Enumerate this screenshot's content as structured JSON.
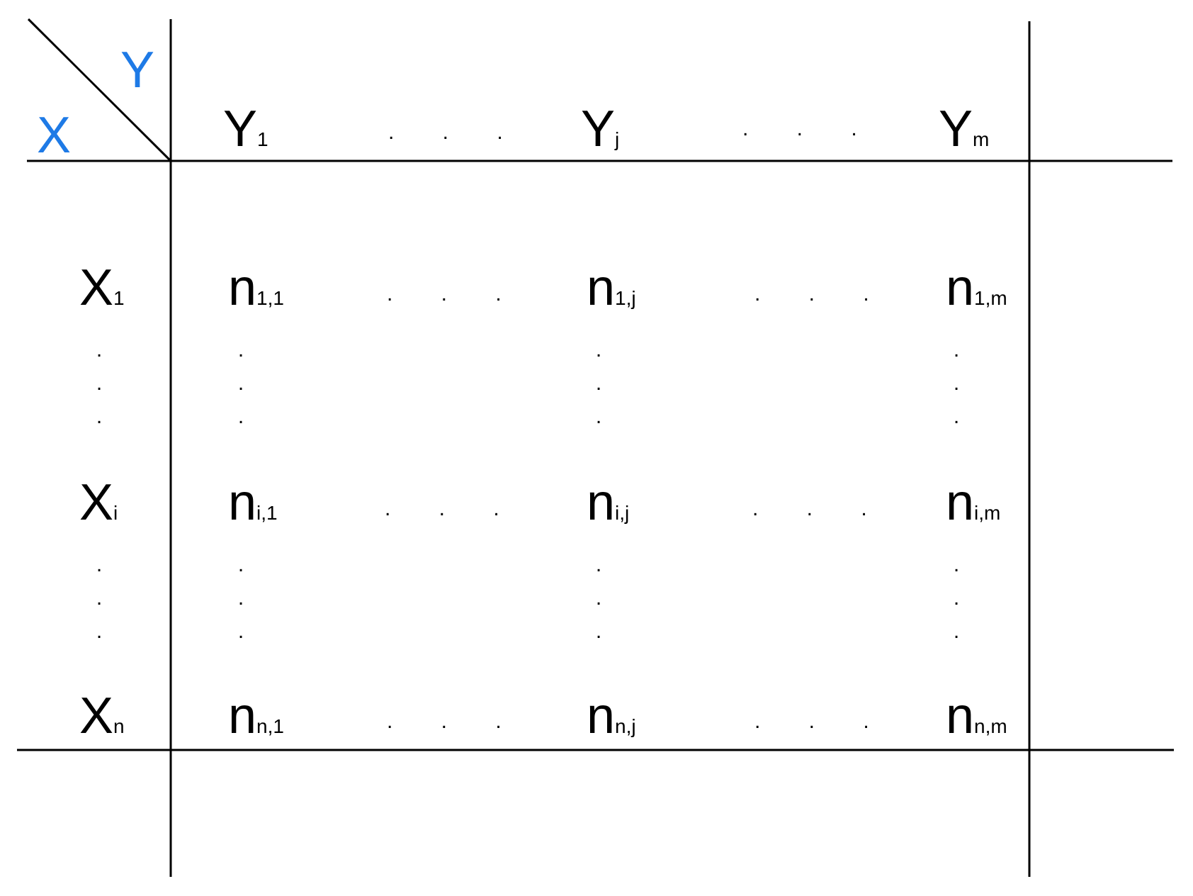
{
  "colors": {
    "line": "#000000",
    "axis_label": "#1e7ae6",
    "text": "#000000"
  },
  "corner": {
    "x_label": "X",
    "y_label": "Y"
  },
  "column_headers": [
    {
      "main": "Y",
      "sub": "1"
    },
    {
      "main": "Y",
      "sub": "j"
    },
    {
      "main": "Y",
      "sub": "m"
    }
  ],
  "row_headers": [
    {
      "main": "X",
      "sub": "1"
    },
    {
      "main": "X",
      "sub": "i"
    },
    {
      "main": "X",
      "sub": "n"
    }
  ],
  "cells": [
    [
      {
        "main": "n",
        "sub": "1,1"
      },
      {
        "main": "n",
        "sub": "1,j"
      },
      {
        "main": "n",
        "sub": "1,m"
      }
    ],
    [
      {
        "main": "n",
        "sub": "i,1"
      },
      {
        "main": "n",
        "sub": "i,j"
      },
      {
        "main": "n",
        "sub": "i,m"
      }
    ],
    [
      {
        "main": "n",
        "sub": "n,1"
      },
      {
        "main": "n",
        "sub": "n,j"
      },
      {
        "main": "n",
        "sub": "n,m"
      }
    ]
  ],
  "ellipsis_horizontal": ". . .",
  "ellipsis_vertical": ".\n.\n."
}
